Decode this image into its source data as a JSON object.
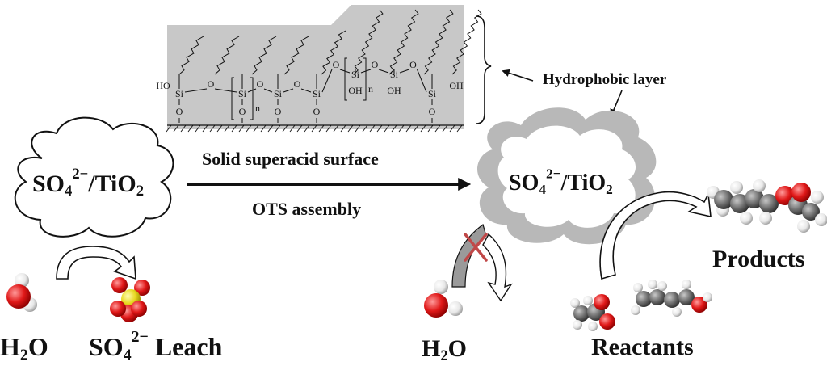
{
  "surface": {
    "title": "Solid superacid surface",
    "layer_label": "Hydrophobic layer",
    "atoms": {
      "si": "Si",
      "o": "O",
      "oh": "OH",
      "ho": "HO",
      "n": "n"
    }
  },
  "process": {
    "label": "OTS assembly"
  },
  "left": {
    "catalyst": {
      "base": "SO",
      "sub1": "4",
      "sup": "2−",
      "slash": "/TiO",
      "sub2": "2"
    },
    "water": {
      "base": "H",
      "sub": "2",
      "tail": "O"
    },
    "leach": {
      "base": "SO",
      "sub": "4",
      "sup": "2−",
      "tail": " Leach"
    }
  },
  "right": {
    "catalyst": {
      "base": "SO",
      "sub1": "4",
      "sup": "2−",
      "slash": "/TiO",
      "sub2": "2"
    },
    "water": {
      "base": "H",
      "sub": "2",
      "tail": "O"
    },
    "reactants": "Reactants",
    "products": "Products"
  },
  "colors": {
    "surface_fill": "#c8c8c8",
    "cloud_halo": "#b8b8b8",
    "oxygen": "#d81818",
    "sulfur": "#e0d020",
    "carbon": "#6f6f6f",
    "hydrogen": "#f2f2f2",
    "blocked_cross": "#c04848"
  }
}
